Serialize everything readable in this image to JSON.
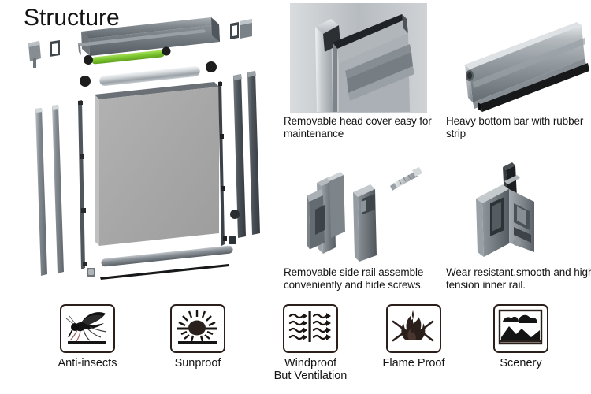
{
  "page": {
    "title": "Structure",
    "background_color": "#ffffff"
  },
  "colors": {
    "metal_dark": "#5b6166",
    "metal_mid": "#8f969b",
    "metal_light": "#c9ced2",
    "metal_highlight": "#eef1f3",
    "mesh_gray": "#a9a9a9",
    "motor_green": "#7dc832",
    "rubber_black": "#1b1b1b",
    "icon_outline": "#2b1f1b",
    "text": "#141414"
  },
  "structure_diagram": {
    "name": "exploded-assembly-diagram",
    "parts": [
      {
        "id": "head-cover",
        "label": "head cover channel"
      },
      {
        "id": "motor-tube",
        "label": "green motor tube"
      },
      {
        "id": "roller-tube",
        "label": "silver roller tube"
      },
      {
        "id": "screen-mesh",
        "label": "gray screen mesh"
      },
      {
        "id": "left-side-rails",
        "label": "left side rails"
      },
      {
        "id": "right-side-rails",
        "label": "right side rails"
      },
      {
        "id": "zipper-strips",
        "label": "zipper strips"
      },
      {
        "id": "bottom-bar",
        "label": "bottom bar"
      },
      {
        "id": "rubber-strip",
        "label": "rubber strip"
      },
      {
        "id": "end-caps",
        "label": "end caps and brackets"
      }
    ]
  },
  "feature_panels": [
    {
      "id": "head-cover",
      "photo_name": "head-cover-photo",
      "caption": "Removable head cover\neasy for maintenance"
    },
    {
      "id": "bottom-bar",
      "photo_name": "bottom-bar-photo",
      "caption": "Heavy bottom bar with\nrubber strip"
    },
    {
      "id": "side-rail",
      "photo_name": "side-rail-photo",
      "caption": "Removable side rail\nassemble conveniently\nand hide screws."
    },
    {
      "id": "inner-rail",
      "photo_name": "inner-rail-photo",
      "caption": "Wear resistant,smooth\nand high tension inner\nrail."
    }
  ],
  "feature_icons": [
    {
      "id": "anti-insects",
      "icon": "mosquito-icon",
      "label": "Anti-insects"
    },
    {
      "id": "sunproof",
      "icon": "sun-icon",
      "label": "Sunproof"
    },
    {
      "id": "windproof",
      "icon": "wind-flow-icon",
      "label": "Windproof\nBut Ventilation"
    },
    {
      "id": "flame-proof",
      "icon": "flame-icon",
      "label": "Flame Proof"
    },
    {
      "id": "scenery",
      "icon": "landscape-icon",
      "label": "Scenery"
    }
  ]
}
